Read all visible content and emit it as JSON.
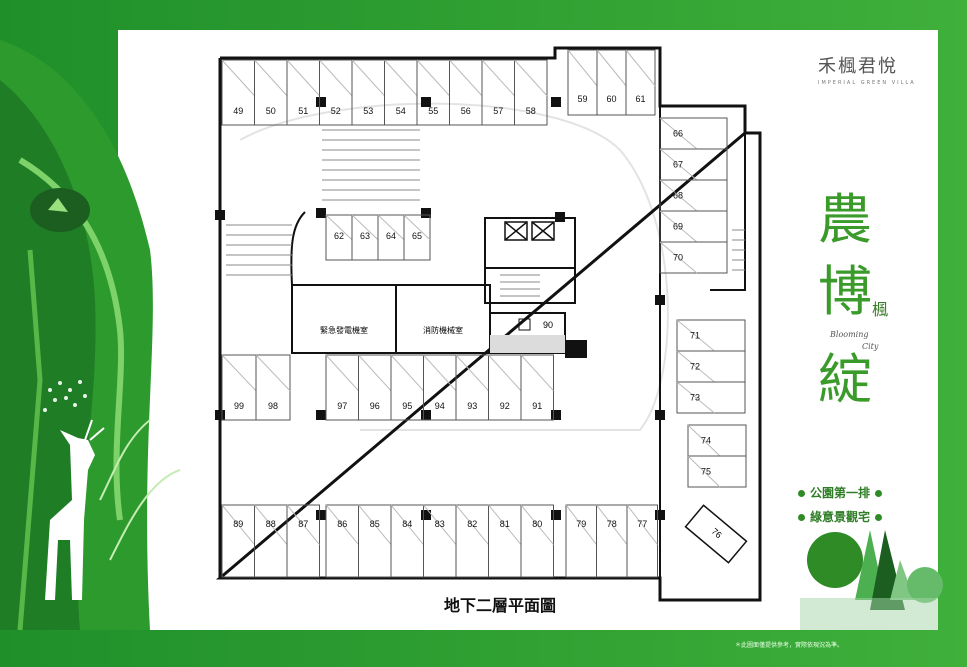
{
  "brand": {
    "zh": "禾楓君悅",
    "en": "IMPERIAL GREEN VILLA"
  },
  "tagline": {
    "c1": "農",
    "c2": "博",
    "c3": "綻",
    "seal": "楓",
    "en1": "Blooming",
    "en2": "City"
  },
  "slogans": [
    "公園第一排",
    "綠意景觀宅"
  ],
  "caption": "地下二層平面圖",
  "disclaimer": "＊此圖面僅提供參考，實際依現況為準。",
  "rooms": {
    "generator": "緊急發電機室",
    "fire": "消防機械室"
  },
  "parking": {
    "top_row": [
      "49",
      "50",
      "51",
      "52",
      "53",
      "54",
      "55",
      "56",
      "57",
      "58"
    ],
    "top_right": [
      "59",
      "60",
      "61"
    ],
    "right_col_a": [
      "66",
      "67",
      "68",
      "69",
      "70"
    ],
    "right_col_b": [
      "71",
      "72",
      "73"
    ],
    "right_col_c": [
      "74",
      "75"
    ],
    "angled": "76",
    "inner_row": [
      "62",
      "63",
      "64",
      "65"
    ],
    "middle_left": [
      "99",
      "98"
    ],
    "middle_row": [
      "97",
      "96",
      "95",
      "94",
      "93",
      "92",
      "91"
    ],
    "accessible": "90",
    "bottom_left": [
      "89",
      "88",
      "87"
    ],
    "bottom_mid": [
      "86",
      "85",
      "84",
      "83",
      "82",
      "81",
      "80"
    ],
    "bottom_right": [
      "79",
      "78",
      "77"
    ]
  },
  "colors": {
    "frame": "#2e9e2e",
    "accent": "#3a9b2a",
    "wall": "#111111",
    "slot_line": "#555555"
  }
}
